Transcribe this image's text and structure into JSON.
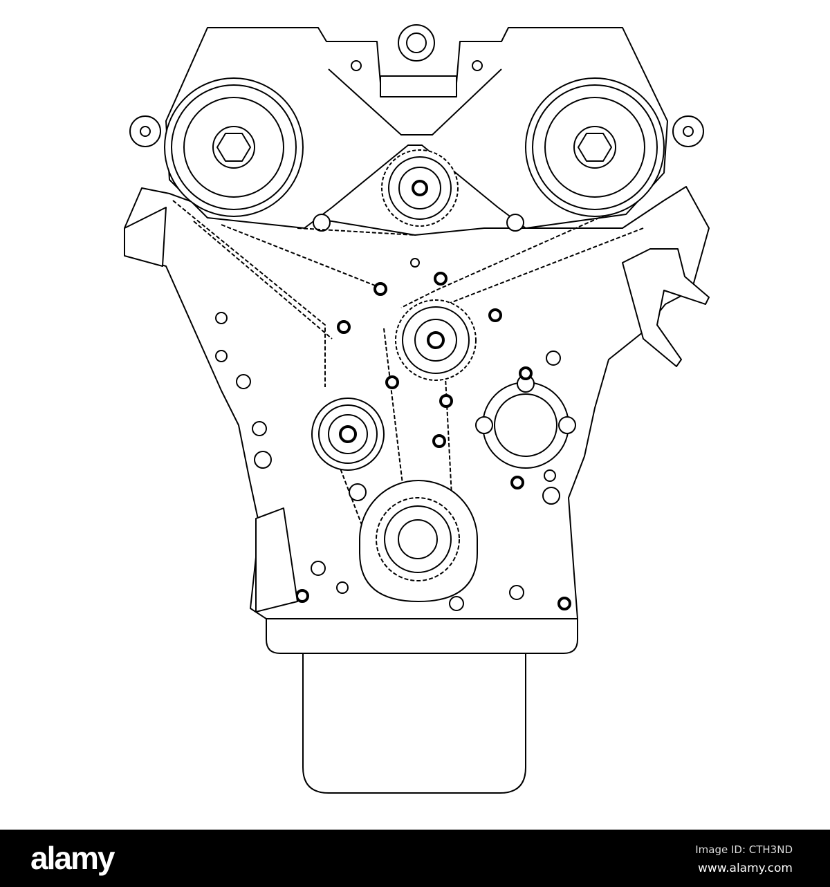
{
  "illustration": {
    "subject": "engine-line-drawing",
    "stroke_color": "#000000",
    "background_color": "#ffffff"
  },
  "watermark": {
    "logo": "alamy",
    "image_id": "Image ID: CTH3ND",
    "website": "www.alamy.com",
    "bar_color": "#000000"
  }
}
